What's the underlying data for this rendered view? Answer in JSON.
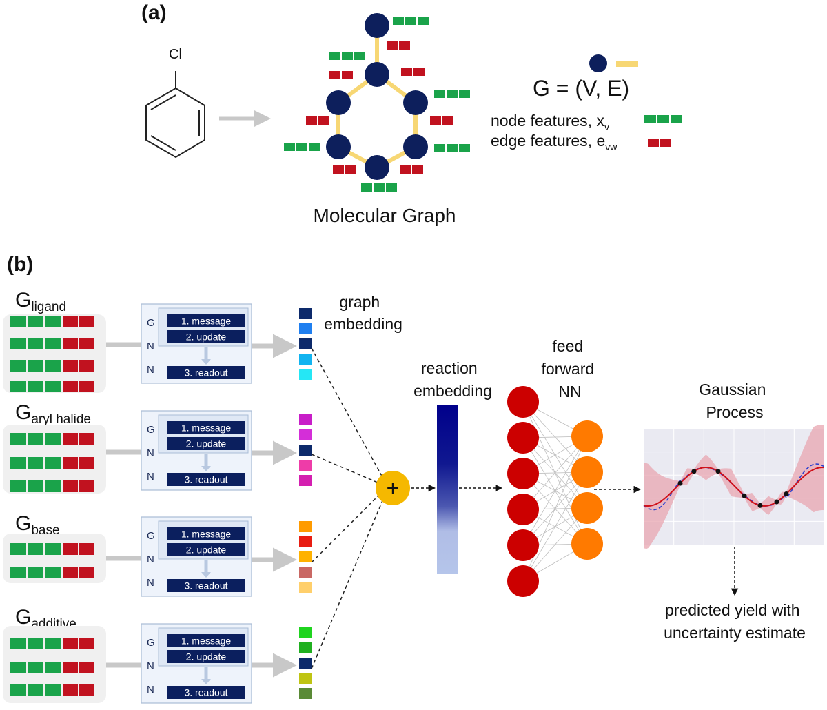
{
  "panel_a": {
    "label": "(a)",
    "atom_label": "Cl",
    "graph_caption": "Molecular Graph",
    "equation": "G = (V,  E)",
    "node_features_label": "node features, ",
    "node_features_symbol": "x",
    "node_features_sub": "v",
    "edge_features_label": "edge features, ",
    "edge_features_symbol": "e",
    "edge_features_sub": "vw"
  },
  "panel_b": {
    "label": "(b)",
    "graphs": [
      {
        "name_main": "G",
        "name_sub": "ligand"
      },
      {
        "name_main": "G",
        "name_sub": "aryl halide"
      },
      {
        "name_main": "G",
        "name_sub": "base"
      },
      {
        "name_main": "G",
        "name_sub": "additive"
      }
    ],
    "gnn": {
      "letters": [
        "G",
        "N",
        "N"
      ],
      "step1": "1. message",
      "step2": "2. update",
      "step3": "3. readout"
    },
    "graph_embedding": [
      "graph",
      "embedding"
    ],
    "reaction_embedding": [
      "reaction",
      "embedding"
    ],
    "ffnn": [
      "feed",
      "forward",
      "NN"
    ],
    "gp": [
      "Gaussian",
      "Process"
    ],
    "output": [
      "predicted yield with",
      "uncertainty  estimate"
    ],
    "plus_symbol": "+"
  },
  "colors": {
    "node": "#0d1f5c",
    "bond": "#f7d774",
    "node_feature": "#1aa34a",
    "edge_feature": "#c1121f",
    "arrow_gray": "#c8c8c8",
    "gnn_box": "#0b1f5e",
    "plus": "#f5b800",
    "red_neuron": "#cc0000",
    "orange_neuron": "#ff7a00",
    "gp_mean": "#d0101a",
    "gp_true": "#2a3fcf"
  },
  "embedding_colors": {
    "ligand": [
      "#0d2a6b",
      "#1f7ff0",
      "#0d2a6b",
      "#12b4f0",
      "#25e7f5"
    ],
    "aryl_halide": [
      "#c81ec8",
      "#d42ed8",
      "#0d2a6b",
      "#ee3ca8",
      "#d41fb0"
    ],
    "base": [
      "#ff9b00",
      "#e81d12",
      "#ffb200",
      "#c96864",
      "#ffcf6b"
    ],
    "additive": [
      "#1fd41f",
      "#20b020",
      "#0d2a6b",
      "#bfc413",
      "#5a8a36"
    ]
  }
}
